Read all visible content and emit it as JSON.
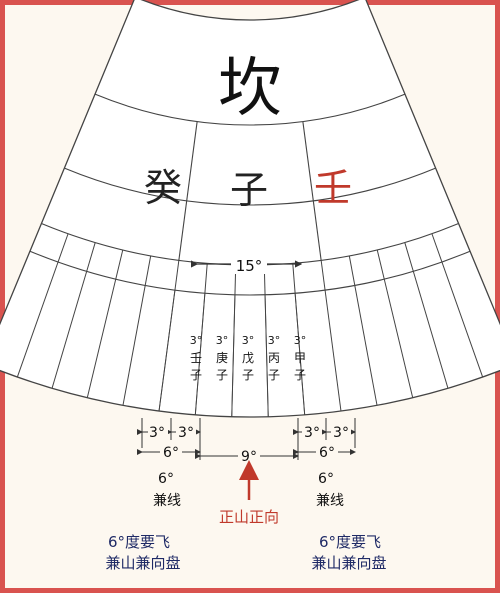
{
  "diagram": {
    "top_label": "坎",
    "mountains": [
      {
        "label": "癸",
        "color": "#222222"
      },
      {
        "label": "子",
        "color": "#222222"
      },
      {
        "label": "壬",
        "color": "#c0392b"
      }
    ],
    "center_span": "15°",
    "sub_divisions": [
      {
        "deg": "3°",
        "name_chars": [
          "壬",
          "子"
        ]
      },
      {
        "deg": "3°",
        "name_chars": [
          "庚",
          "子"
        ]
      },
      {
        "deg": "3°",
        "name_chars": [
          "戊",
          "子"
        ]
      },
      {
        "deg": "3°",
        "name_chars": [
          "丙",
          "子"
        ]
      },
      {
        "deg": "3°",
        "name_chars": [
          "甲",
          "子"
        ]
      }
    ],
    "dims": {
      "left_3a": "3°",
      "left_3b": "3°",
      "right_3a": "3°",
      "right_3b": "3°",
      "left_6": "6°",
      "center_9": "9°",
      "right_6": "6°"
    },
    "left_side": {
      "deg": "6°",
      "label": "兼线",
      "note_line1": "6°度要飞",
      "note_line2": "兼山兼向盘"
    },
    "right_side": {
      "deg": "6°",
      "label": "兼线",
      "note_line1": "6°度要飞",
      "note_line2": "兼山兼向盘"
    },
    "center_label": "正山正向",
    "colors": {
      "frame": "#d9534f",
      "red": "#c0392b",
      "navy": "#1f2a66",
      "line": "#444444"
    }
  }
}
